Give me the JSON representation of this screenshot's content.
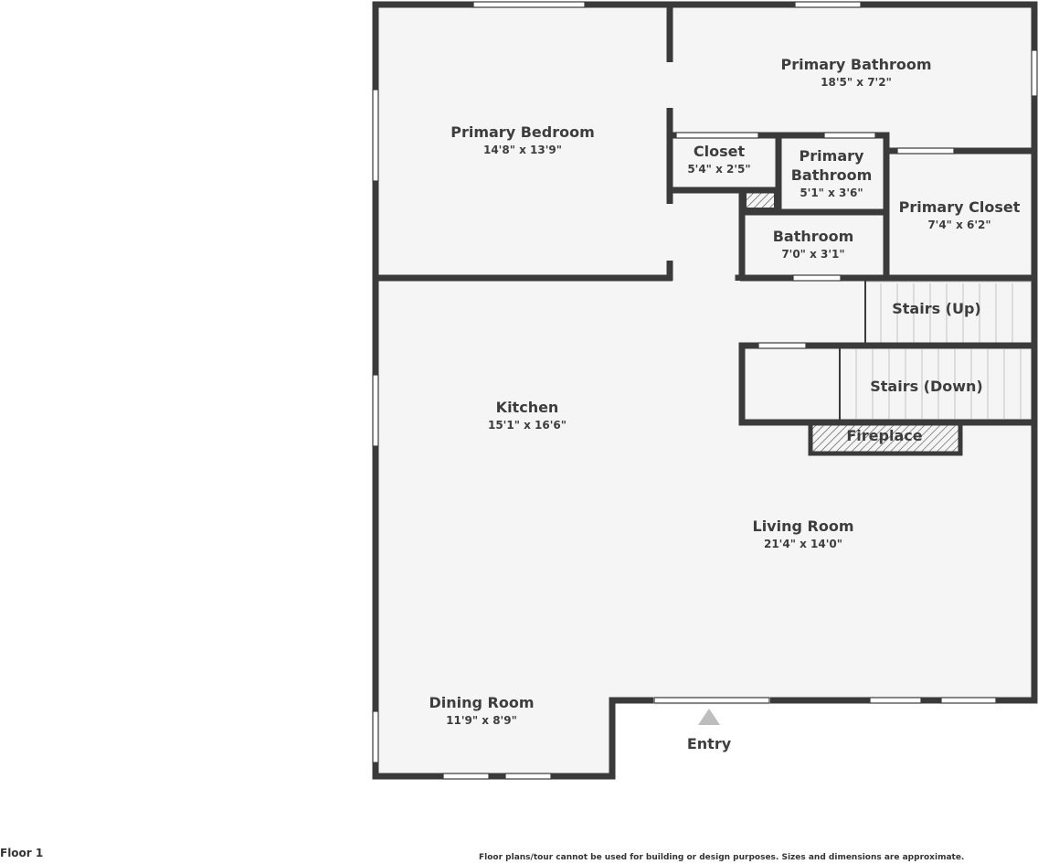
{
  "rooms": {
    "primary_bedroom": {
      "name": "Primary Bedroom",
      "dims": "14'8\" x 13'9\""
    },
    "primary_bathroom_large": {
      "name": "Primary Bathroom",
      "dims": "18'5\" x 7'2\""
    },
    "closet": {
      "name": "Closet",
      "dims": "5'4\" x 2'5\""
    },
    "primary_bathroom_small": {
      "name_line1": "Primary",
      "name_line2": "Bathroom",
      "dims": "5'1\" x 3'6\""
    },
    "primary_closet": {
      "name": "Primary Closet",
      "dims": "7'4\" x 6'2\""
    },
    "bathroom": {
      "name": "Bathroom",
      "dims": "7'0\" x 3'1\""
    },
    "kitchen": {
      "name": "Kitchen",
      "dims": "15'1\" x 16'6\""
    },
    "living_room": {
      "name": "Living Room",
      "dims": "21'4\" x 14'0\""
    },
    "dining_room": {
      "name": "Dining Room",
      "dims": "11'9\" x 8'9\""
    }
  },
  "features": {
    "stairs_up": "Stairs (Up)",
    "stairs_down": "Stairs (Down)",
    "fireplace": "Fireplace",
    "entry": "Entry"
  },
  "footer": {
    "floor_label": "Floor 1",
    "disclaimer": "Floor plans/tour cannot be used for building or design purposes. Sizes and dimensions are approximate."
  },
  "colors": {
    "wall": "#3a3a3a",
    "floor": "#f5f5f5",
    "window": "#ffffff",
    "text": "#3d3d3d"
  }
}
